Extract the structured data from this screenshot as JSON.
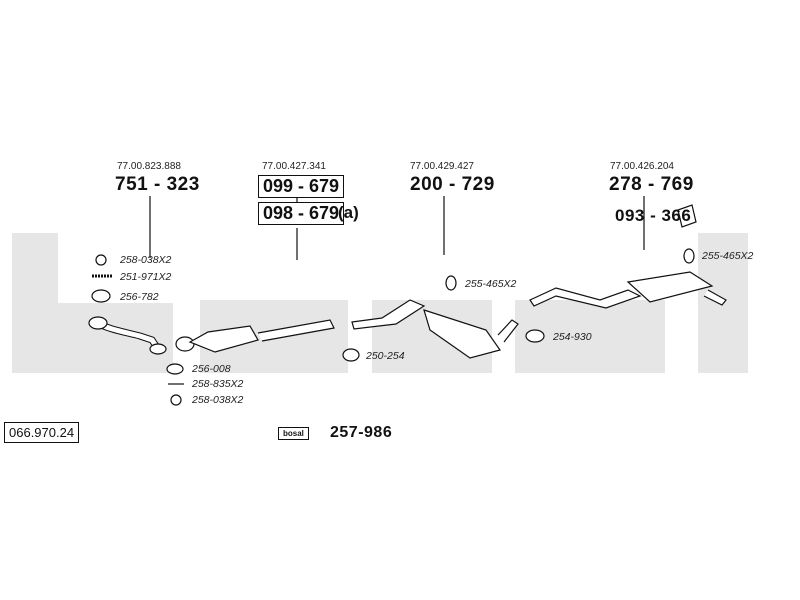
{
  "top_refs": [
    {
      "oe": "77.00.823.888",
      "part": "751 - 323"
    },
    {
      "oe": "77.00.427.341",
      "part_boxed_1": "099 - 679",
      "part_boxed_2": "098 - 679",
      "suffix": "(a)"
    },
    {
      "oe": "77.00.429.427",
      "part": "200 - 729"
    },
    {
      "oe": "77.00.426.204",
      "part": "278 - 769",
      "sub_part": "093 - 366"
    }
  ],
  "small_parts": {
    "p258_038_top": "258-038X2",
    "p251_971": "251-971X2",
    "p256_782": "256-782",
    "p256_008": "256-008",
    "p258_835": "258-835X2",
    "p258_038_bottom": "258-038X2",
    "p250_254": "250-254",
    "p255_465_mid": "255-465X2",
    "p254_930": "254-930",
    "p255_465_right": "255-465X2"
  },
  "diagram_number": "066.970.24",
  "kit": {
    "logo": "bosal",
    "part": "257-986"
  }
}
